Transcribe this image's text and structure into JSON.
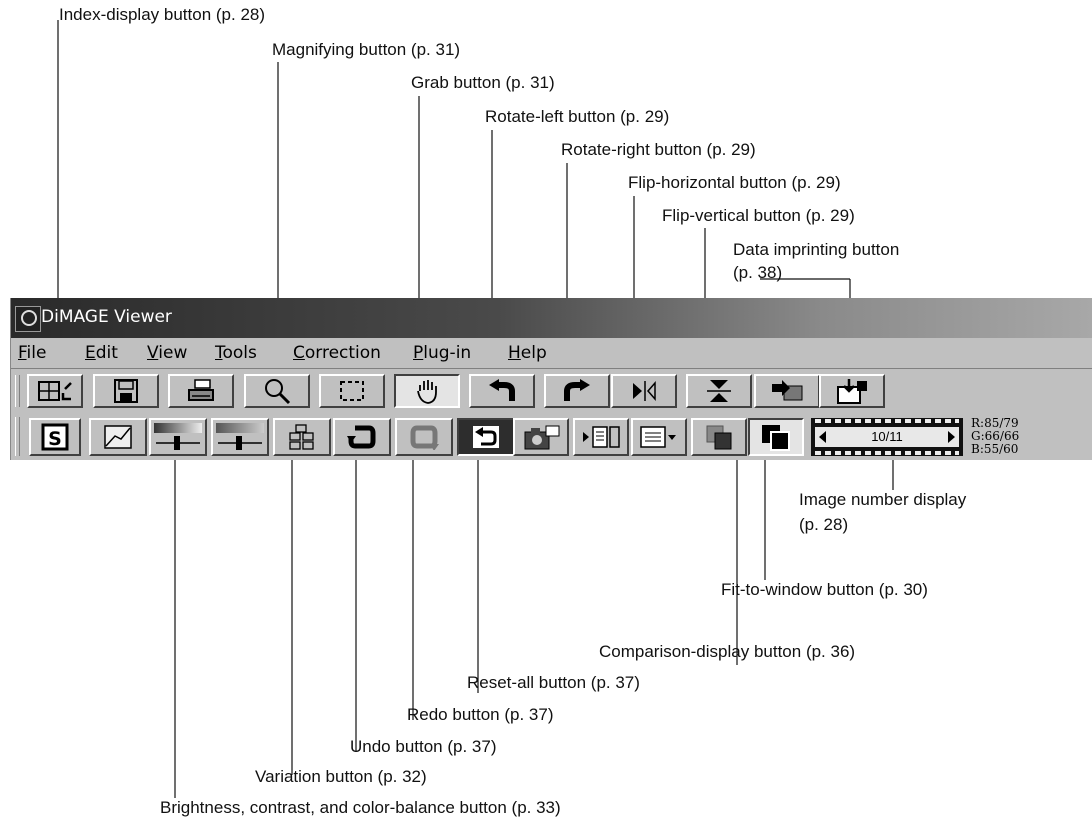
{
  "window": {
    "title": "DiMAGE Viewer",
    "menu": [
      "File",
      "Edit",
      "View",
      "Tools",
      "Correction",
      "Plug-in",
      "Help"
    ]
  },
  "toolbar_top": {
    "buttons": [
      {
        "name": "index-display-button",
        "icon": "index-display-icon"
      },
      {
        "name": "save-button",
        "icon": "floppy-disk-icon"
      },
      {
        "name": "print-button",
        "icon": "printer-icon"
      },
      {
        "name": "magnifying-button",
        "icon": "magnifier-icon"
      },
      {
        "name": "selection-button",
        "icon": "dashed-rectangle-icon"
      },
      {
        "name": "grab-button",
        "icon": "hand-icon",
        "pressed": true
      },
      {
        "name": "rotate-left-button",
        "icon": "rotate-left-arrow-icon"
      },
      {
        "name": "rotate-right-button",
        "icon": "rotate-right-arrow-icon"
      },
      {
        "name": "flip-horizontal-button",
        "icon": "flip-horizontal-icon"
      },
      {
        "name": "flip-vertical-button",
        "icon": "flip-vertical-icon"
      },
      {
        "name": "export-button",
        "icon": "image-arrow-icon"
      },
      {
        "name": "data-imprinting-button",
        "icon": "data-imprint-icon"
      }
    ]
  },
  "toolbar_bottom": {
    "image_number": "10/11",
    "rgb": [
      "R:85/79",
      "G:66/66",
      "B:55/60"
    ]
  },
  "callouts": {
    "index_display": "Index-display button (p. 28)",
    "magnifying": "Magnifying button (p. 31)",
    "grab": "Grab button (p. 31)",
    "rotate_left": "Rotate-left button (p. 29)",
    "rotate_right": "Rotate-right button (p. 29)",
    "flip_horizontal": "Flip-horizontal button (p. 29)",
    "flip_vertical": "Flip-vertical button (p. 29)",
    "data_imprinting_1": "Data imprinting button",
    "data_imprinting_2": "(p. 38)",
    "image_number_1": "Image number display",
    "image_number_2": "(p. 28)",
    "fit_to_window": "Fit-to-window button (p. 30)",
    "comparison_display": "Comparison-display button (p. 36)",
    "reset_all": "Reset-all button (p. 37)",
    "redo": "Redo button (p. 37)",
    "undo": "Undo button (p. 37)",
    "variation": "Variation button (p. 32)",
    "brightness": "Brightness, contrast, and color-balance button (p. 33)"
  },
  "colors": {
    "window_face": "#c0c0c0",
    "titlebar_dark": "#2a2a2a",
    "pressed_dark": "#2d2d2d"
  }
}
